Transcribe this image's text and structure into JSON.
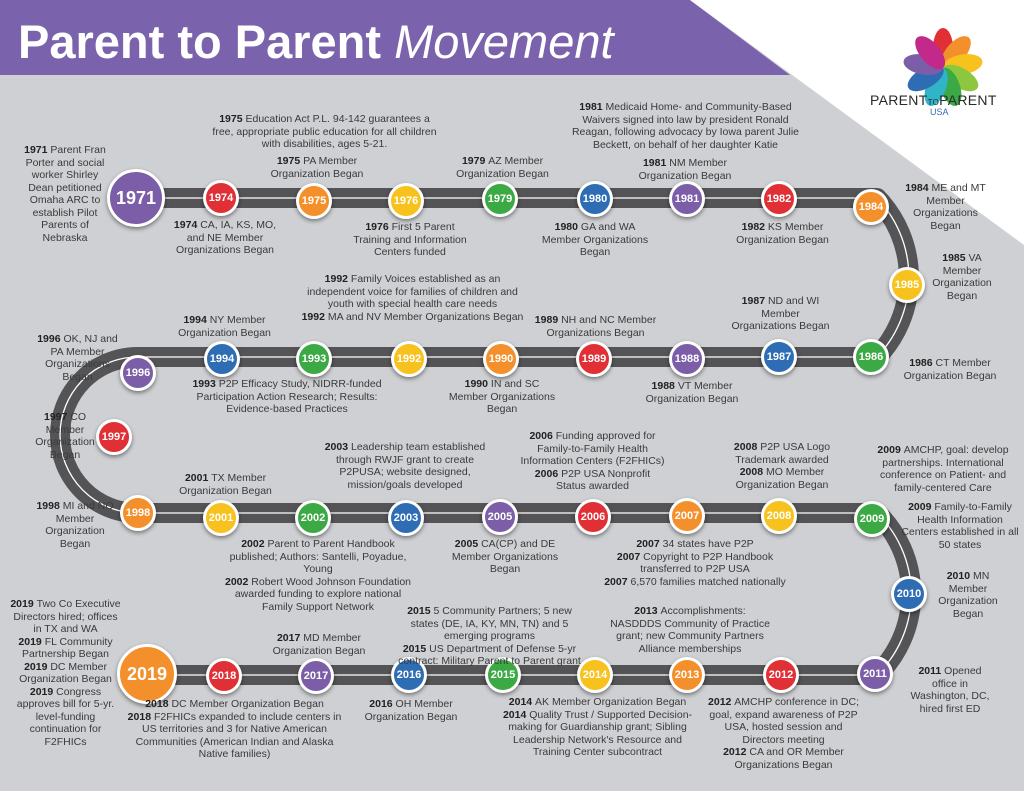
{
  "title": {
    "main": "Parent to Parent",
    "italic": "Movement"
  },
  "logo": {
    "name_a": "PARENT",
    "to": "TO",
    "name_b": "PARENT",
    "sub": "USA"
  },
  "colors": {
    "purple": "#7b5ea7",
    "red": "#e03036",
    "orange": "#f4902b",
    "yellow": "#f7c21d",
    "green": "#3ba944",
    "blue": "#2e6db4",
    "road": "#5b5b5e",
    "header": "#7b62ac",
    "background": "#cfd0d3"
  },
  "nodes": [
    {
      "label": "1971",
      "color": "purple"
    },
    {
      "label": "1974",
      "color": "red"
    },
    {
      "label": "1975",
      "color": "orange"
    },
    {
      "label": "1976",
      "color": "yellow"
    },
    {
      "label": "1979",
      "color": "green"
    },
    {
      "label": "1980",
      "color": "blue"
    },
    {
      "label": "1981",
      "color": "purple"
    },
    {
      "label": "1982",
      "color": "red"
    },
    {
      "label": "1984",
      "color": "orange"
    },
    {
      "label": "1985",
      "color": "yellow"
    },
    {
      "label": "1986",
      "color": "green"
    },
    {
      "label": "1987",
      "color": "blue"
    },
    {
      "label": "1988",
      "color": "purple"
    },
    {
      "label": "1989",
      "color": "red"
    },
    {
      "label": "1990",
      "color": "orange"
    },
    {
      "label": "1992",
      "color": "yellow"
    },
    {
      "label": "1993",
      "color": "green"
    },
    {
      "label": "1994",
      "color": "blue"
    },
    {
      "label": "1996",
      "color": "purple"
    },
    {
      "label": "1997",
      "color": "red"
    },
    {
      "label": "1998",
      "color": "orange"
    },
    {
      "label": "2001",
      "color": "yellow"
    },
    {
      "label": "2002",
      "color": "green"
    },
    {
      "label": "2003",
      "color": "blue"
    },
    {
      "label": "2005",
      "color": "purple"
    },
    {
      "label": "2006",
      "color": "red"
    },
    {
      "label": "2007",
      "color": "orange"
    },
    {
      "label": "2008",
      "color": "yellow"
    },
    {
      "label": "2009",
      "color": "green"
    },
    {
      "label": "2010",
      "color": "blue"
    },
    {
      "label": "2011",
      "color": "purple"
    },
    {
      "label": "2012",
      "color": "red"
    },
    {
      "label": "2013",
      "color": "orange"
    },
    {
      "label": "2014",
      "color": "yellow"
    },
    {
      "label": "2015",
      "color": "green"
    },
    {
      "label": "2016",
      "color": "blue"
    },
    {
      "label": "2017",
      "color": "purple"
    },
    {
      "label": "2018",
      "color": "red"
    },
    {
      "label": "2019",
      "color": "orange"
    }
  ],
  "annotations": [
    {
      "id": "a1971",
      "entries": [
        {
          "year": "1971",
          "text": "Parent Fran Porter and social worker Shirley Dean petitioned Omaha ARC to establish Pilot Parents of Nebraska"
        }
      ]
    },
    {
      "id": "a1975a",
      "entries": [
        {
          "year": "1975",
          "text": "Education Act P.L. 94-142 guarantees a free, appropriate public education for all children with disabilities, ages 5-21."
        }
      ]
    },
    {
      "id": "a1975b",
      "entries": [
        {
          "year": "1975",
          "text": "PA Member Organization Began"
        }
      ]
    },
    {
      "id": "a1974",
      "entries": [
        {
          "year": "1974",
          "text": "CA, IA, KS, MO, and NE Member Organizations Began"
        }
      ]
    },
    {
      "id": "a1976",
      "entries": [
        {
          "year": "1976",
          "text": "First 5 Parent Training and Information Centers funded"
        }
      ]
    },
    {
      "id": "a1979",
      "entries": [
        {
          "year": "1979",
          "text": "AZ Member Organization Began"
        }
      ]
    },
    {
      "id": "a1981a",
      "entries": [
        {
          "year": "1981",
          "text": "Medicaid Home- and Community-Based Waivers signed into law by president Ronald Reagan, following advocacy by Iowa parent Julie Beckett, on behalf of her daughter Katie"
        }
      ]
    },
    {
      "id": "a1981b",
      "entries": [
        {
          "year": "1981",
          "text": "NM Member Organization Began"
        }
      ]
    },
    {
      "id": "a1980",
      "entries": [
        {
          "year": "1980",
          "text": "GA and WA Member Organizations Began"
        }
      ]
    },
    {
      "id": "a1982",
      "entries": [
        {
          "year": "1982",
          "text": "KS Member Organization Began"
        }
      ]
    },
    {
      "id": "a1984",
      "entries": [
        {
          "year": "1984",
          "text": "ME and MT Member Organizations Began"
        }
      ]
    },
    {
      "id": "a1985",
      "entries": [
        {
          "year": "1985",
          "text": "VA Member Organization Began"
        }
      ]
    },
    {
      "id": "a1986",
      "entries": [
        {
          "year": "1986",
          "text": "CT Member Organization Began"
        }
      ]
    },
    {
      "id": "a1987",
      "entries": [
        {
          "year": "1987",
          "text": "ND and WI Member Organizations Began"
        }
      ]
    },
    {
      "id": "a1988",
      "entries": [
        {
          "year": "1988",
          "text": "VT Member Organization Began"
        }
      ]
    },
    {
      "id": "a1989",
      "entries": [
        {
          "year": "1989",
          "text": "NH and NC Member Organizations Began"
        }
      ]
    },
    {
      "id": "a1990",
      "entries": [
        {
          "year": "1990",
          "text": "IN and SC Member Organizations Began"
        }
      ]
    },
    {
      "id": "a1992",
      "entries": [
        {
          "year": "1992",
          "text": "Family Voices established as an independent voice for families of children and youth with special health care needs"
        },
        {
          "year": "1992",
          "text": "MA and NV Member Organizations Began"
        }
      ]
    },
    {
      "id": "a1994",
      "entries": [
        {
          "year": "1994",
          "text": "NY Member Organization Began"
        }
      ]
    },
    {
      "id": "a1993",
      "entries": [
        {
          "year": "1993",
          "text": "P2P Efficacy Study, NIDRR-funded Participation Action Research; Results: Evidence-based Practices"
        }
      ]
    },
    {
      "id": "a1996",
      "entries": [
        {
          "year": "1996",
          "text": "OK, NJ and PA Member Organizations Began"
        }
      ]
    },
    {
      "id": "a1997",
      "entries": [
        {
          "year": "1997",
          "text": "CO Member Organization Began"
        }
      ]
    },
    {
      "id": "a1998",
      "entries": [
        {
          "year": "1998",
          "text": "MI and NO Member Organization Began"
        }
      ]
    },
    {
      "id": "a2001",
      "entries": [
        {
          "year": "2001",
          "text": "TX Member Organization Began"
        }
      ]
    },
    {
      "id": "a2003",
      "entries": [
        {
          "year": "2003",
          "text": "Leadership team established through RWJF grant to create P2PUSA; website designed, mission/goals developed"
        }
      ]
    },
    {
      "id": "a2006",
      "entries": [
        {
          "year": "2006",
          "text": "Funding approved for Family-to-Family Health Information Centers (F2FHICs)"
        },
        {
          "year": "2006",
          "text": "P2P USA Nonprofit Status awarded"
        }
      ]
    },
    {
      "id": "a2008",
      "entries": [
        {
          "year": "2008",
          "text": "P2P USA Logo Trademark awarded"
        },
        {
          "year": "2008",
          "text": "MO Member Organization Began"
        }
      ]
    },
    {
      "id": "a2009a",
      "entries": [
        {
          "year": "2009",
          "text": "AMCHP, goal: develop partnerships. International conference on Patient- and family-centered Care"
        }
      ]
    },
    {
      "id": "a2009b",
      "entries": [
        {
          "year": "2009",
          "text": "Family-to-Family Health Information Centers established in all 50 states"
        }
      ]
    },
    {
      "id": "a2002",
      "entries": [
        {
          "year": "2002",
          "text": "Parent to Parent Handbook published; Authors: Santelli, Poyadue, Young"
        },
        {
          "year": "2002",
          "text": "Robert Wood Johnson Foundation awarded funding to explore national Family Support Network"
        }
      ]
    },
    {
      "id": "a2005",
      "entries": [
        {
          "year": "2005",
          "text": "CA(CP) and DE Member Organizations Began"
        }
      ]
    },
    {
      "id": "a2007",
      "entries": [
        {
          "year": "2007",
          "text": "34 states have P2P"
        },
        {
          "year": "2007",
          "text": "Copyright to P2P Handbook transferred to P2P USA"
        },
        {
          "year": "2007",
          "text": "6,570 families matched nationally"
        }
      ]
    },
    {
      "id": "a2010",
      "entries": [
        {
          "year": "2010",
          "text": "MN Member Organization Began"
        }
      ]
    },
    {
      "id": "a2019",
      "entries": [
        {
          "year": "2019",
          "text": "Two Co Executive Directors hired; offices in TX and WA"
        },
        {
          "year": "2019",
          "text": "FL Community Partnership Began"
        },
        {
          "year": "2019",
          "text": "DC Member Organization Began"
        },
        {
          "year": "2019",
          "text": "Congress approves bill for 5-yr. level-funding continuation for F2FHICs"
        }
      ]
    },
    {
      "id": "a2017",
      "entries": [
        {
          "year": "2017",
          "text": "MD Member Organization Began"
        }
      ]
    },
    {
      "id": "a2015",
      "entries": [
        {
          "year": "2015",
          "text": "5 Community Partners; 5 new states (DE, IA, KY, MN, TN) and 5 emerging programs"
        },
        {
          "year": "2015",
          "text": "US Department of Defense 5-yr contract: Military Parent to Parent grant"
        }
      ]
    },
    {
      "id": "a2013",
      "entries": [
        {
          "year": "2013",
          "text": "Accomplishments: NASDDDS Community of Practice grant; new Community Partners Alliance memberships"
        }
      ]
    },
    {
      "id": "a2018",
      "entries": [
        {
          "year": "2018",
          "text": "DC Member Organization Began"
        },
        {
          "year": "2018",
          "text": "F2FHICs expanded to include centers in US territories and 3 for Native American Communities (American Indian and Alaska Native families)"
        }
      ]
    },
    {
      "id": "a2016",
      "entries": [
        {
          "year": "2016",
          "text": "OH Member Organization Began"
        }
      ]
    },
    {
      "id": "a2014",
      "entries": [
        {
          "year": "2014",
          "text": "AK Member Organization Began"
        },
        {
          "year": "2014",
          "text": "Quality Trust / Supported Decision-making for Guardianship grant; Sibling Leadership Network's Resource and Training Center subcontract"
        }
      ]
    },
    {
      "id": "a2012",
      "entries": [
        {
          "year": "2012",
          "text": "AMCHP conference in DC; goal, expand awareness of P2P USA, hosted session and Directors meeting"
        },
        {
          "year": "2012",
          "text": "CA and OR Member Organizations Began"
        }
      ]
    },
    {
      "id": "a2011",
      "entries": [
        {
          "year": "2011",
          "text": "Opened office in Washington, DC, hired first ED"
        }
      ]
    }
  ]
}
